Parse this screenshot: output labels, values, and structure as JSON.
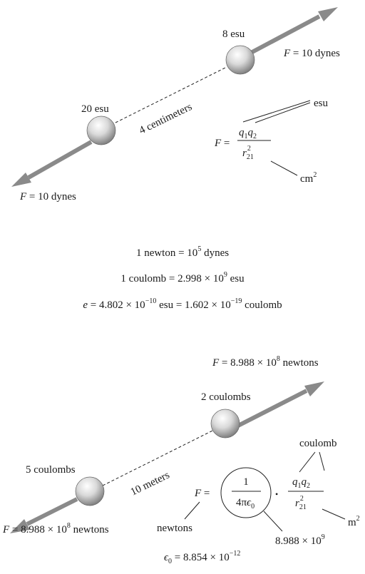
{
  "top_diagram": {
    "charge_right": "8 esu",
    "charge_left": "20 esu",
    "distance": "4 centimeters",
    "force_right": {
      "var": "F",
      "eq": " = 10 dynes"
    },
    "force_left": {
      "var": "F",
      "eq": " = 10 dynes"
    },
    "formula": {
      "lhs_var": "F",
      "eq": " =",
      "num_q1": "q",
      "num_sub1": "1",
      "num_q2": "q",
      "num_sub2": "2",
      "den_r": "r",
      "den_sup": "2",
      "den_sub": "21"
    },
    "unit_top": "esu",
    "unit_bottom": "cm",
    "unit_bottom_sup": "2"
  },
  "conversions": {
    "line1": {
      "text": "1 newton = 10",
      "sup": "5",
      "tail": " dynes"
    },
    "line2": {
      "text": "1 coulomb = 2.998 × 10",
      "sup": "9",
      "tail": " esu"
    },
    "line3": {
      "e": "e",
      "text": " = 4.802 × 10",
      "sup1": "−10",
      "mid": " esu = 1.602 × 10",
      "sup2": "−19",
      "tail": " coulomb"
    }
  },
  "bottom_diagram": {
    "force_right": {
      "var": "F",
      "text": " = 8.988 × 10",
      "sup": "8",
      "tail": " newtons"
    },
    "force_left": {
      "var": "F",
      "text": " = 8.988 × 10",
      "sup": "8",
      "tail": " newtons"
    },
    "charge_right": "2 coulombs",
    "charge_left": "5 coulombs",
    "distance": "10 meters",
    "formula": {
      "lhs_var": "F",
      "eq": " =",
      "one": "1",
      "four_pi": "4π",
      "eps": "ϵ",
      "eps_sub": "0",
      "dot": "•",
      "num_q1": "q",
      "num_sub1": "1",
      "num_q2": "q",
      "num_sub2": "2",
      "den_r": "r",
      "den_sup": "2",
      "den_sub": "21"
    },
    "unit_coulomb": "coulomb",
    "unit_newtons": "newtons",
    "unit_m": "m",
    "unit_m_sup": "2",
    "constant_value": {
      "text": "8.988 × 10",
      "sup": "9"
    },
    "epsilon_line": {
      "eps": "ϵ",
      "sub": "0",
      "text": " = 8.854 × 10",
      "sup": "−12"
    }
  }
}
